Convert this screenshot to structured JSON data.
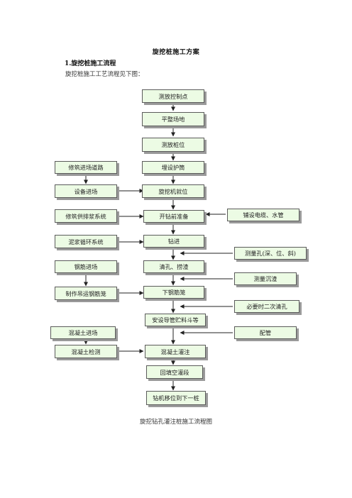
{
  "document": {
    "title": "旋挖桩施工方案",
    "section_heading": "1.旋挖桩施工流程",
    "intro": "旋挖桩施工工艺流程见下图：",
    "caption": "旋挖钻孔灌注桩施工流程图"
  },
  "flowchart": {
    "main_steps": [
      "测放控制点",
      "平整场地",
      "测放桩位",
      "埋设护筒",
      "旋挖机就位",
      "开钻前准备",
      "钻进",
      "清孔、捞渣",
      "下钢筋笼",
      "安设导管贮料斗等",
      "混凝土灌注",
      "回填空灌段",
      "钻机移位到下一桩"
    ],
    "left_steps": [
      "修筑进场道路",
      "设备进场",
      "修筑供排浆系统",
      "泥浆循环系统",
      "钢筋进场",
      "制作吊运钢筋笼",
      "混凝土进场",
      "混凝土检测"
    ],
    "right_steps": [
      "铺设电缆、水管",
      "测量孔(深、位、斜)",
      "测量沉渣",
      "必要时二次清孔",
      "配管"
    ]
  }
}
